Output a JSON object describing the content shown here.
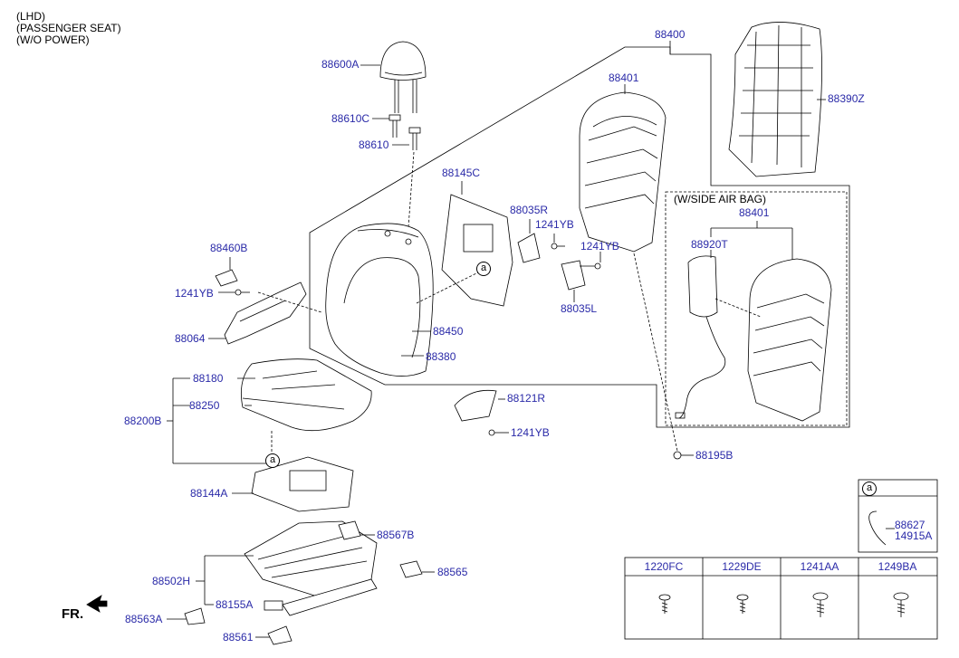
{
  "header": {
    "lines": [
      "(LHD)",
      "(PASSENGER SEAT)",
      "(W/O POWER)"
    ]
  },
  "labels": {
    "p88400": "88400",
    "p88401_top": "88401",
    "p88390Z": "88390Z",
    "p88600A": "88600A",
    "p88610C": "88610C",
    "p88610": "88610",
    "p88145C": "88145C",
    "p88035R": "88035R",
    "p1241YB_a": "1241YB",
    "p1241YB_b": "1241YB",
    "p88035L": "88035L",
    "p88460B": "88460B",
    "p1241YB_c": "1241YB",
    "p88064": "88064",
    "p88450": "88450",
    "p88380": "88380",
    "p88180": "88180",
    "p88250": "88250",
    "p88200B": "88200B",
    "p88121R": "88121R",
    "p1241YB_d": "1241YB",
    "p88195B": "88195B",
    "p88144A": "88144A",
    "p88567B": "88567B",
    "p88565": "88565",
    "p88502H": "88502H",
    "p88155A": "88155A",
    "p88563A": "88563A",
    "p88561": "88561",
    "side_airbag_title": "(W/SIDE AIR BAG)",
    "p88401_box": "88401",
    "p88920T": "88920T",
    "p88627": "88627",
    "p14915A": "14915A",
    "ref_a": "a",
    "fr": "FR."
  },
  "fastener_table": {
    "headers": [
      "1220FC",
      "1229DE",
      "1241AA",
      "1249BA"
    ]
  }
}
